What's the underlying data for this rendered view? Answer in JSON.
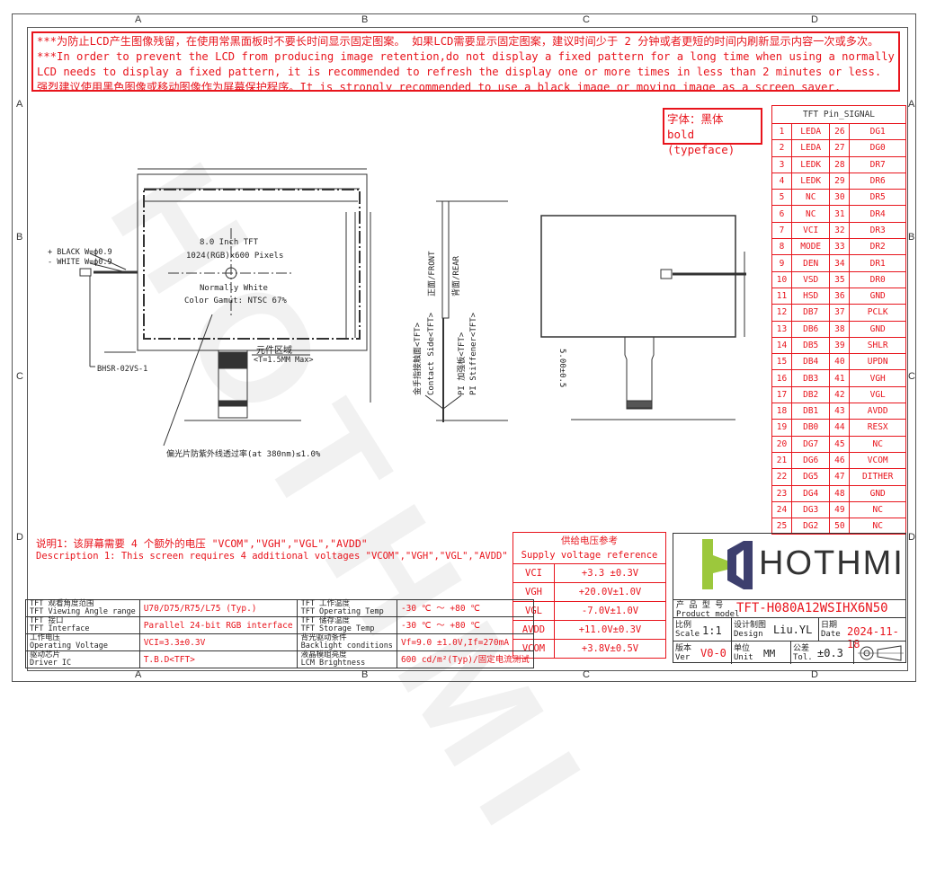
{
  "grid": {
    "columns": [
      "A",
      "B",
      "C",
      "D"
    ],
    "rows": [
      "A",
      "B",
      "C",
      "D"
    ]
  },
  "warning": {
    "line1": "***为防止LCD产生图像残留，在使用常黑面板时不要长时间显示固定图案。 如果LCD需要显示固定图案，建议时间少于 2 分钟或者更短的时间内刷新显示内容一次或多次。",
    "line2": "***In order to prevent the LCD from producing image retention,do not display a fixed pattern for a long time when using a normally black panel.If the",
    "line3": " LCD needs to display a fixed pattern, it is recommended to refresh the display one or more times in less than 2 minutes or less.",
    "line4": "强烈建议使用黑色图像或移动图像作为屏幕保护程序。It is strongly recommended to use a black image or moving image as a screen saver."
  },
  "typeface": {
    "line1": "字体：黑体",
    "line2": "bold (typeface)"
  },
  "drawing": {
    "size": "8.0 Inch TFT",
    "resolution": "1024(RGB)x600 Pixels",
    "mode": "Normally White",
    "gamut": "Color Gamut: NTSC 67%",
    "wire_black": "+ BLACK W=ϕ0.9",
    "wire_white": "- WHITE W=ϕ0.9",
    "connector": "BHSR-02VS-1",
    "component_area": "元件区域",
    "component_height": "<T=1.5MM Max>",
    "polarizer_note": "偏光片防紫外线透过率(at 380nm)≤1.0%",
    "front": "正面/FRONT",
    "rear": "背面/REAR",
    "contact_cn": "金手指接触面<TFT>",
    "contact_en": "Contact Side<TFT>",
    "stiffener_cn": "PI 加强板<TFT>",
    "stiffener_en": "PI Stiffener<TFT>",
    "fpc_dim": "5.00±0.5"
  },
  "pin_table": {
    "title": "TFT Pin_SIGNAL",
    "rows": [
      [
        "1",
        "LEDA",
        "26",
        "DG1"
      ],
      [
        "2",
        "LEDA",
        "27",
        "DG0"
      ],
      [
        "3",
        "LEDK",
        "28",
        "DR7"
      ],
      [
        "4",
        "LEDK",
        "29",
        "DR6"
      ],
      [
        "5",
        "NC",
        "30",
        "DR5"
      ],
      [
        "6",
        "NC",
        "31",
        "DR4"
      ],
      [
        "7",
        "VCI",
        "32",
        "DR3"
      ],
      [
        "8",
        "MODE",
        "33",
        "DR2"
      ],
      [
        "9",
        "DEN",
        "34",
        "DR1"
      ],
      [
        "10",
        "VSD",
        "35",
        "DR0"
      ],
      [
        "11",
        "HSD",
        "36",
        "GND"
      ],
      [
        "12",
        "DB7",
        "37",
        "PCLK"
      ],
      [
        "13",
        "DB6",
        "38",
        "GND"
      ],
      [
        "14",
        "DB5",
        "39",
        "SHLR"
      ],
      [
        "15",
        "DB4",
        "40",
        "UPDN"
      ],
      [
        "16",
        "DB3",
        "41",
        "VGH"
      ],
      [
        "17",
        "DB2",
        "42",
        "VGL"
      ],
      [
        "18",
        "DB1",
        "43",
        "AVDD"
      ],
      [
        "19",
        "DB0",
        "44",
        "RESX"
      ],
      [
        "20",
        "DG7",
        "45",
        "NC"
      ],
      [
        "21",
        "DG6",
        "46",
        "VCOM"
      ],
      [
        "22",
        "DG5",
        "47",
        "DITHER"
      ],
      [
        "23",
        "DG4",
        "48",
        "GND"
      ],
      [
        "24",
        "DG3",
        "49",
        "NC"
      ],
      [
        "25",
        "DG2",
        "50",
        "NC"
      ]
    ]
  },
  "notes": {
    "cn": "说明1：该屏幕需要 4 个额外的电压 \"VCOM\",\"VGH\",\"VGL\",\"AVDD\"",
    "en": "Description 1: This screen requires 4 additional voltages \"VCOM\",\"VGH\",\"VGL\",\"AVDD\""
  },
  "supply": {
    "title_cn": "供给电压参考",
    "title_en": "Supply voltage reference",
    "rows": [
      [
        "VCI",
        "+3.3 ±0.3V"
      ],
      [
        "VGH",
        "+20.0V±1.0V"
      ],
      [
        "VGL",
        "-7.0V±1.0V"
      ],
      [
        "AVDD",
        "+11.0V±0.3V"
      ],
      [
        "VCOM",
        "+3.8V±0.5V"
      ]
    ]
  },
  "spec": {
    "rows": [
      {
        "l1cn": "TFT 观看角度范围",
        "l1en": "TFT Viewing Angle range",
        "v1": "U70/D75/R75/L75 (Typ.)",
        "l2cn": "TFT 工作温度",
        "l2en": "TFT Operating Temp",
        "v2": "-30 ℃ ～ +80 ℃"
      },
      {
        "l1cn": "TFT 接口",
        "l1en": "TFT Interface",
        "v1": "Parallel 24-bit RGB interface",
        "l2cn": "TFT 储存温度",
        "l2en": "TFT Storage Temp",
        "v2": "-30 ℃ ～ +80 ℃"
      },
      {
        "l1cn": "工作电压",
        "l1en": "Operating Voltage",
        "v1": "VCI=3.3±0.3V",
        "l2cn": "背光驱动条件",
        "l2en": "Backlight conditions",
        "v2": "Vf=9.0 ±1.0V,If=270mA"
      },
      {
        "l1cn": "驱动芯片",
        "l1en": "Driver IC",
        "v1": "T.B.D<TFT>",
        "l2cn": "液晶模组亮度",
        "l2en": "LCM Brightness",
        "v2": "600 cd/m²(Typ)/固定电流测试"
      }
    ]
  },
  "title_block": {
    "logo": "HOTHMI",
    "logo_colors": {
      "green": "#9cc83c",
      "navy": "#3d3f6e"
    },
    "model_label_cn": "产 品 型 号",
    "model_label_en": "Product model",
    "model": "TFT-H080A12WSIHX6N50",
    "scale_cn": "比例",
    "scale_en": "Scale",
    "scale": "1:1",
    "design_cn": "设计制图",
    "design_en": "Design",
    "designer": "Liu.YL",
    "date_cn": "日期",
    "date_en": "Date",
    "date": "2024-11-18",
    "ver_cn": "版本",
    "ver_en": "Ver",
    "ver": "V0-0",
    "unit_cn": "单位",
    "unit_en": "Unit",
    "unit": "MM",
    "tol_cn": "公差",
    "tol_en": "Tol.",
    "tol": "±0.3"
  },
  "colors": {
    "accent_red": "#e8141c",
    "line": "#333333"
  }
}
